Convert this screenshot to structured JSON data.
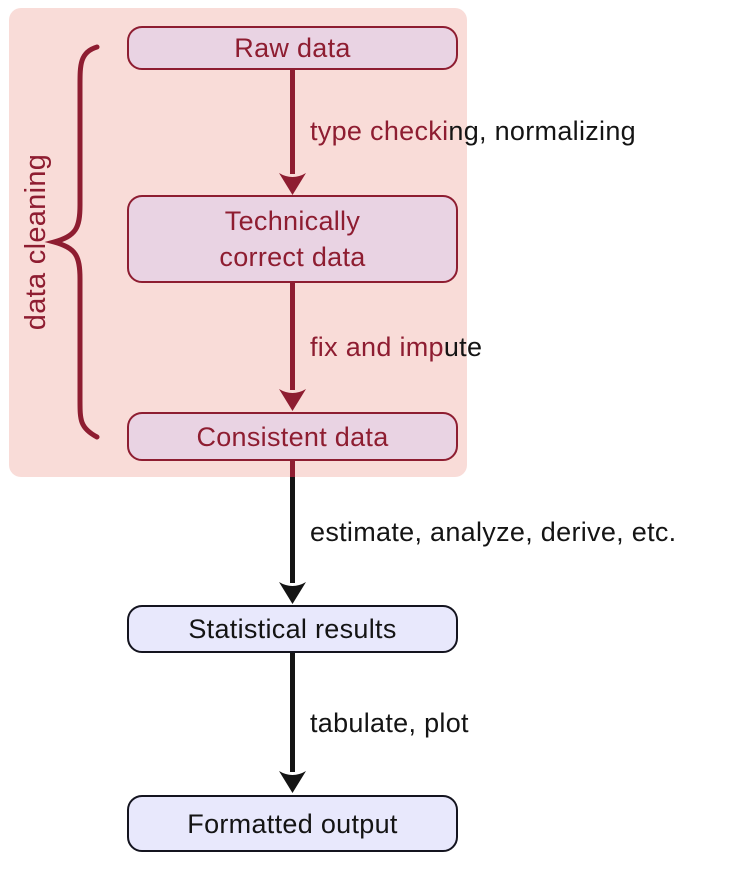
{
  "title": "Statistical value chain flow diagram",
  "colors": {
    "dark_red": "#8e1d31",
    "panel_pink": "#f9dcd8",
    "node_pink_fill": "#e9d3e3",
    "node_blue_fill": "#e8e8fc",
    "node_blue_border": "#14141f",
    "ink_black": "#141414",
    "canvas_white": "#ffffff"
  },
  "panel": {
    "label": "data cleaning"
  },
  "nodes": [
    {
      "id": "raw-data",
      "label": "Raw data",
      "style": "pink"
    },
    {
      "id": "technically-correct-data",
      "label": "Technically\ncorrect data",
      "style": "pink"
    },
    {
      "id": "consistent-data",
      "label": "Consistent data",
      "style": "pink"
    },
    {
      "id": "statistical-results",
      "label": "Statistical results",
      "style": "blue"
    },
    {
      "id": "formatted-output",
      "label": "Formatted output",
      "style": "blue"
    }
  ],
  "arrows": [
    {
      "from": "raw-data",
      "to": "technically-correct-data",
      "label_red": "type checki",
      "label_black": "ng, normalizing"
    },
    {
      "from": "technically-correct-data",
      "to": "consistent-data",
      "label_red": "fix and imp",
      "label_black": "ute"
    },
    {
      "from": "consistent-data",
      "to": "statistical-results",
      "label_red": "",
      "label_black": "estimate, analyze, derive, etc."
    },
    {
      "from": "statistical-results",
      "to": "formatted-output",
      "label_red": "",
      "label_black": "tabulate, plot"
    }
  ]
}
